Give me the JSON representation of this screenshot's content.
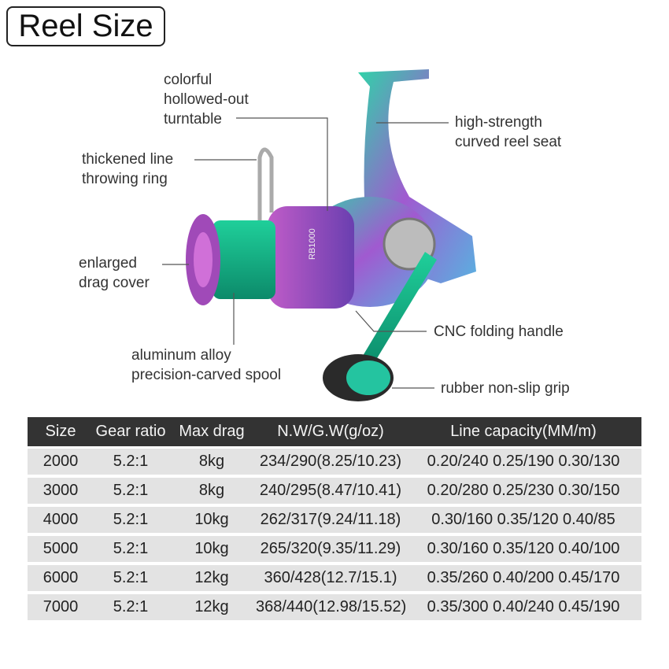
{
  "title": "Reel Size",
  "callouts": {
    "turntable": [
      "colorful",
      "hollowed-out",
      "turntable"
    ],
    "reel_seat": [
      "high-strength",
      "curved reel seat"
    ],
    "ring": [
      "thickened line",
      "throwing ring"
    ],
    "drag": [
      "enlarged",
      "drag cover"
    ],
    "spool": [
      "aluminum alloy",
      "precision-carved spool"
    ],
    "handle": [
      "CNC folding handle"
    ],
    "grip": [
      "rubber non-slip grip"
    ]
  },
  "reel_model": "RB1000",
  "table": {
    "headers": [
      "Size",
      "Gear ratio",
      "Max drag",
      "N.W/G.W(g/oz)",
      "Line capacity(MM/m)"
    ],
    "rows": [
      [
        "2000",
        "5.2:1",
        "8kg",
        "234/290(8.25/10.23)",
        "0.20/240 0.25/190 0.30/130"
      ],
      [
        "3000",
        "5.2:1",
        "8kg",
        "240/295(8.47/10.41)",
        "0.20/280 0.25/230 0.30/150"
      ],
      [
        "4000",
        "5.2:1",
        "10kg",
        "262/317(9.24/11.18)",
        "0.30/160 0.35/120 0.40/85"
      ],
      [
        "5000",
        "5.2:1",
        "10kg",
        "265/320(9.35/11.29)",
        "0.30/160 0.35/120 0.40/100"
      ],
      [
        "6000",
        "5.2:1",
        "12kg",
        "360/428(12.7/15.1)",
        "0.35/260 0.40/200 0.45/170"
      ],
      [
        "7000",
        "5.2:1",
        "12kg",
        "368/440(12.98/15.52)",
        "0.35/300 0.40/240 0.45/190"
      ]
    ]
  }
}
